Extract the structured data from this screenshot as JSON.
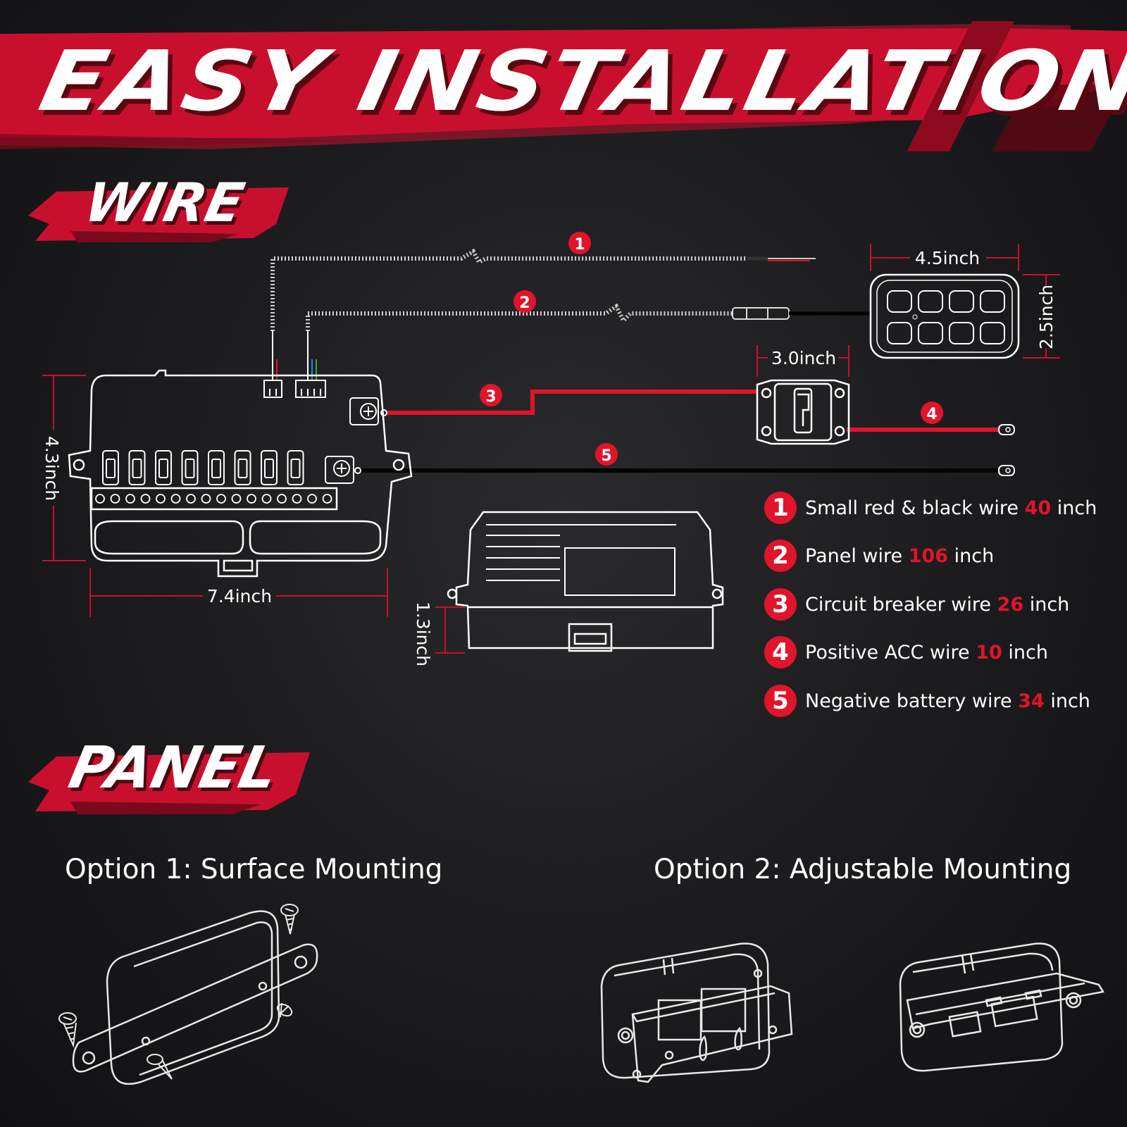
{
  "header": {
    "title": "EASY INSTALLATION"
  },
  "sections": {
    "wire_title": "WIRE",
    "panel_title": "PANEL"
  },
  "colors": {
    "accent_red": "#e0142a",
    "background": "#1b1b1d",
    "line_white": "#ffffff"
  },
  "wire_callouts": [
    "1",
    "2",
    "3",
    "4",
    "5"
  ],
  "dimensions": {
    "switch_panel_width": "4.5inch",
    "switch_panel_height": "2.5inch",
    "breaker_width": "3.0inch",
    "box_height": "4.3inch",
    "box_width": "7.4inch",
    "box_depth": "1.3inch"
  },
  "legend": [
    {
      "number": "1",
      "text": "Small red & black wire ",
      "value": "40",
      "unit": " inch"
    },
    {
      "number": "2",
      "text": "Panel wire ",
      "value": "106",
      "unit": " inch"
    },
    {
      "number": "3",
      "text": "Circuit breaker wire ",
      "value": "26",
      "unit": " inch"
    },
    {
      "number": "4",
      "text": "Positive ACC wire ",
      "value": "10",
      "unit": " inch"
    },
    {
      "number": "5",
      "text": "Negative battery wire ",
      "value": "34",
      "unit": " inch"
    }
  ],
  "options": {
    "option1": "Option 1: Surface Mounting",
    "option2": "Option 2: Adjustable Mounting"
  }
}
